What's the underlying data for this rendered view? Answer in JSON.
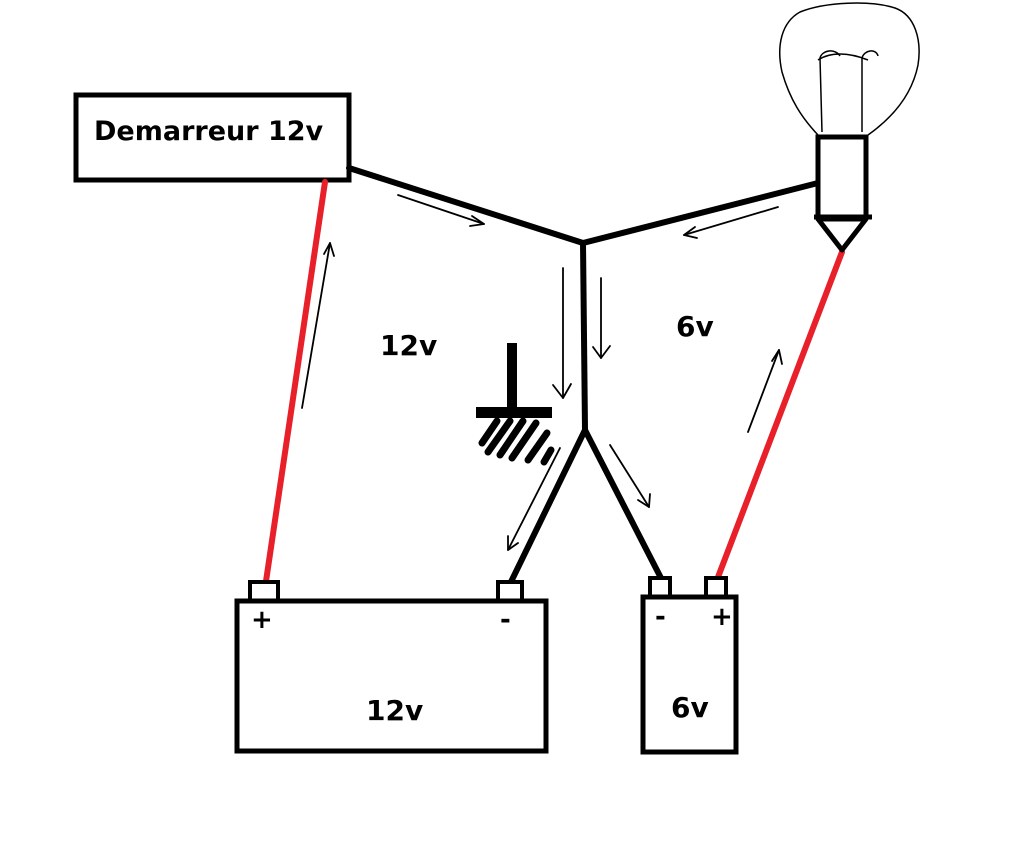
{
  "starter": {
    "label": "Demarreur 12v"
  },
  "battery_12v": {
    "label": "12v",
    "plus": "+",
    "minus": "-"
  },
  "battery_6v": {
    "label": "6v",
    "plus": "+",
    "minus": "-"
  },
  "circuit_labels": {
    "left": "12v",
    "right": "6v"
  },
  "colors": {
    "positive_wire": "#e8202a",
    "negative_wire": "#000000",
    "arrow": "#000000"
  },
  "icons": {
    "ground": "ground-symbol-icon",
    "lamp": "light-bulb-icon"
  }
}
